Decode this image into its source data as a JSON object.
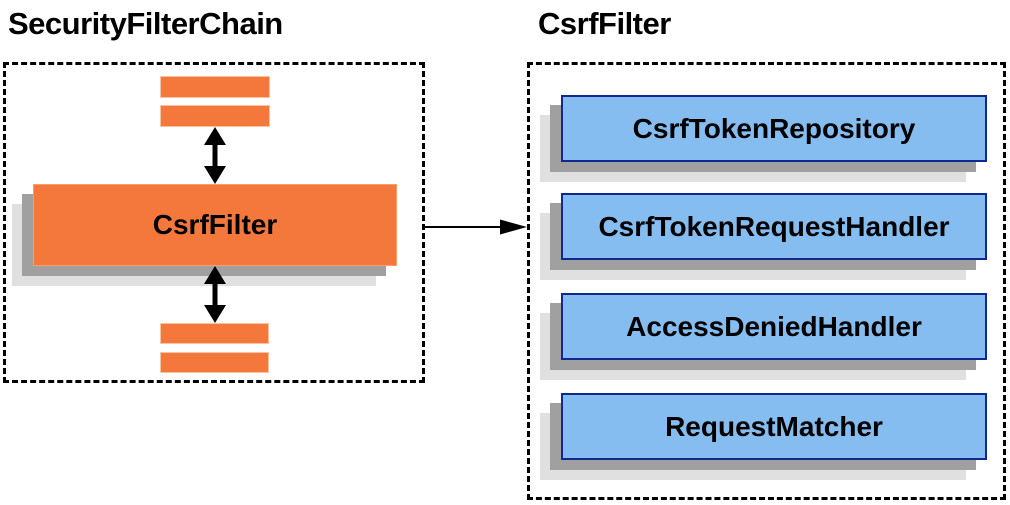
{
  "left": {
    "title": "SecurityFilterChain",
    "filter_label": "CsrfFilter"
  },
  "right": {
    "title": "CsrfFilter",
    "components": [
      "CsrfTokenRepository",
      "CsrfTokenRequestHandler",
      "AccessDeniedHandler",
      "RequestMatcher"
    ]
  },
  "colors": {
    "orange_fill": "#F4783C",
    "orange_border_light": "#F8C3A0",
    "blue_fill": "#85BDF0",
    "blue_border": "#10288F",
    "shadow_dark": "#A0A0A0",
    "shadow_light": "#E0E0E0",
    "dashed_border": "#000000",
    "arrow": "#000000",
    "text": "#000000",
    "background": "#FFFFFF"
  }
}
